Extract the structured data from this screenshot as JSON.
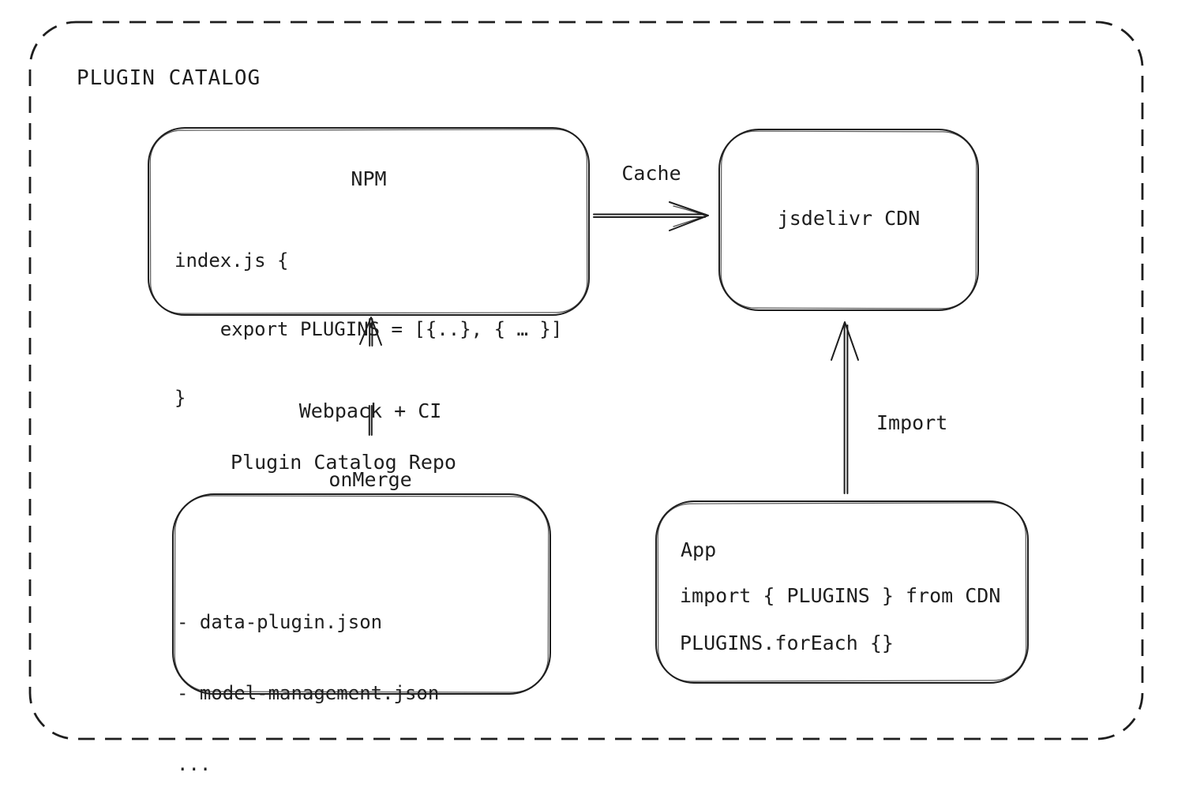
{
  "frame": {
    "title": "PLUGIN CATALOG"
  },
  "colors": {
    "stroke": "#1e1e1e",
    "background": "#ffffff"
  },
  "nodes": {
    "npm": {
      "title": "NPM",
      "code": [
        "index.js {",
        "    export PLUGINS = [{..}, { … }]",
        "}"
      ]
    },
    "cdn": {
      "label": "jsdelivr CDN"
    },
    "repo": {
      "label": "Plugin Catalog Repo",
      "files": [
        "- data-plugin.json",
        "- model-management.json",
        "..."
      ]
    },
    "app": {
      "title": "App",
      "code": [
        "import { PLUGINS } from CDN",
        "PLUGINS.forEach {}"
      ]
    }
  },
  "edges": {
    "cache": {
      "label": "Cache"
    },
    "build": {
      "label_line1": "Webpack + CI",
      "label_line2": "onMerge"
    },
    "import": {
      "label": "Import"
    }
  }
}
